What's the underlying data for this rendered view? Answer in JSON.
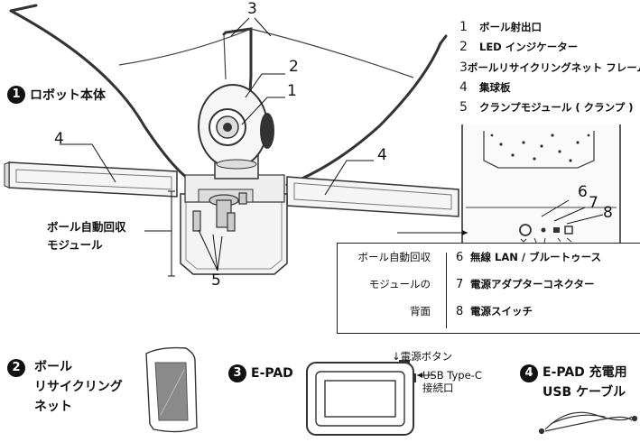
{
  "callouts": {
    "c1": "1",
    "c2": "2",
    "c3": "3",
    "c4a": "4",
    "c4b": "4",
    "c5": "5",
    "c6": "6",
    "c7": "7",
    "c8": "8"
  },
  "legend": [
    {
      "num": "1",
      "text": "ボール射出口"
    },
    {
      "num": "2",
      "text": "LED インジケーター"
    },
    {
      "num": "3",
      "text": "ボールリサイクリングネット フレーム"
    },
    {
      "num": "4",
      "text": "集球板"
    },
    {
      "num": "5",
      "text": "クランプモジュール ( クランプ )"
    }
  ],
  "sections": {
    "robot": {
      "num": "1",
      "label": "ロボット本体"
    },
    "net": {
      "num": "2",
      "label_lines": [
        "ボール",
        "リサイクリング",
        "ネット"
      ]
    },
    "epad": {
      "num": "3",
      "label": "E-PAD"
    },
    "cable": {
      "num": "4",
      "label_lines": [
        "E-PAD 充電用",
        "USB ケーブル"
      ]
    }
  },
  "module_label": [
    "ボール自動回収",
    "モジュール"
  ],
  "back_panel": {
    "left_lines": [
      "ボール自動回収",
      "モジュールの",
      "背面"
    ],
    "items": [
      {
        "num": "6",
        "text": "無線 LAN / ブルートゥース"
      },
      {
        "num": "7",
        "text": "電源アダプターコネクター"
      },
      {
        "num": "8",
        "text": "電源スイッチ"
      }
    ]
  },
  "epad_notes": {
    "power_button": "↓電源ボタン",
    "usb_lines": [
      "USB Type-C",
      "接続口"
    ]
  },
  "icons": [
    "wifi-icon",
    "bluetooth-icon",
    "power-icon"
  ]
}
